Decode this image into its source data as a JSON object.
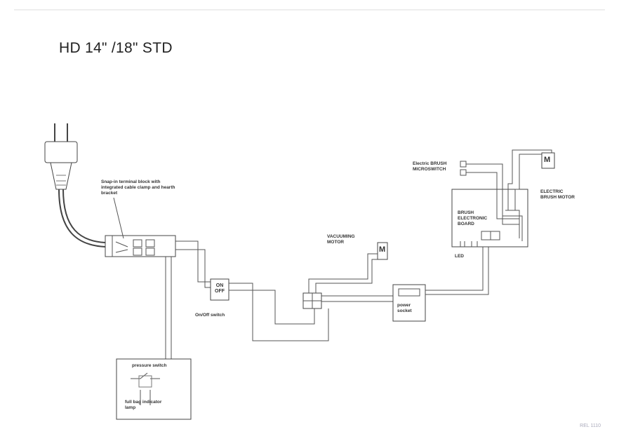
{
  "diagram": {
    "title": "HD 14\" /18\" STD",
    "labels": {
      "terminal_block": "Snap-in terminal block with\nintegrated cable clamp and hearth\nbracket",
      "on_off_box": "ON\nOFF",
      "on_off_label": "On/Off switch",
      "pressure_switch": "pressure switch",
      "full_bag": "full bag indicator\nlamp",
      "vacuuming_motor": "VACUUMING\nMOTOR",
      "motor_symbol": "M",
      "power_socket": "power\nsocket",
      "brush_microswitch": "Electric BRUSH\nMICROSWITCH",
      "brush_board": "BRUSH\nELECTRONIC\nBOARD",
      "led": "LED",
      "brush_motor": "ELECTRIC\nBRUSH MOTOR",
      "brush_motor_symbol": "M",
      "footer": "REL 1110"
    }
  }
}
